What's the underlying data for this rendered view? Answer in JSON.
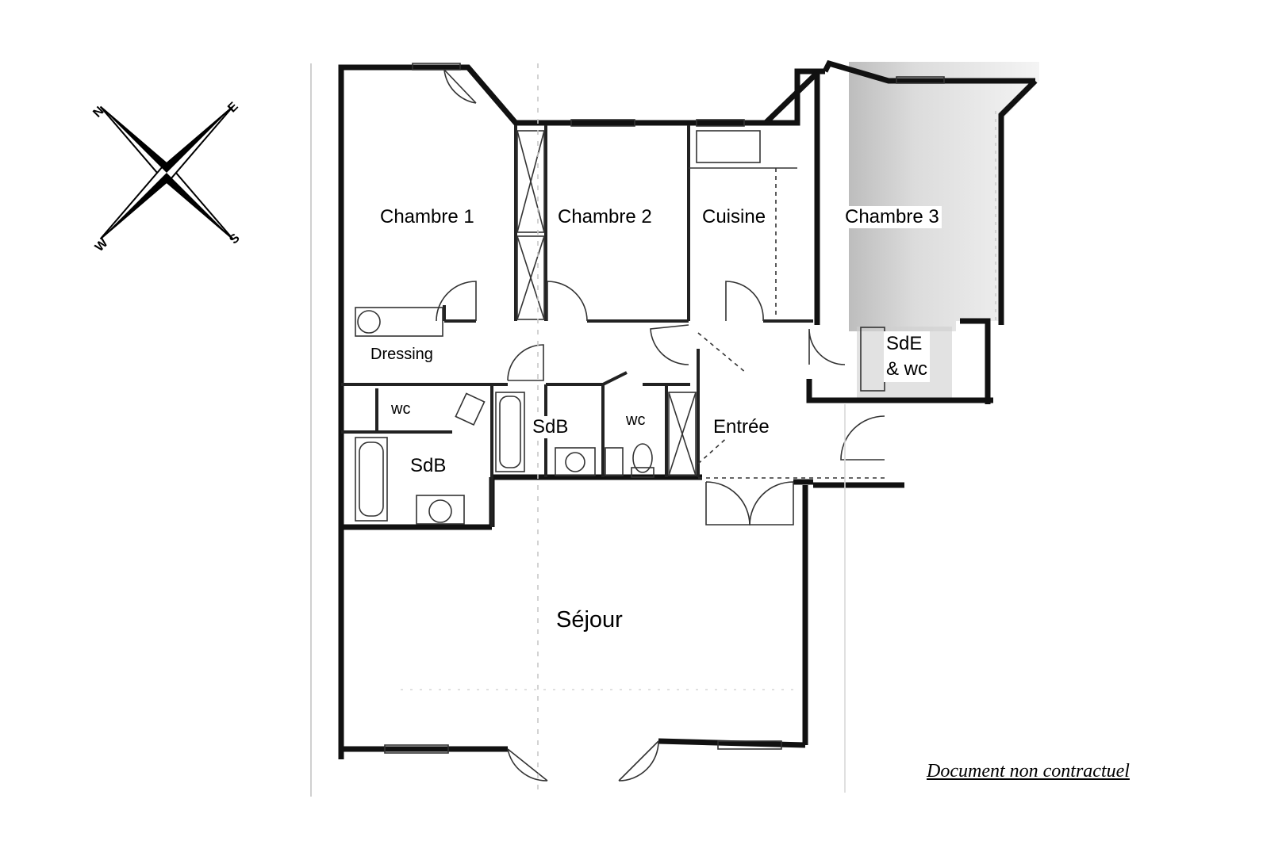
{
  "compass": {
    "north": "N",
    "east": "E",
    "south": "S",
    "west": "W"
  },
  "rooms": {
    "chambre1": "Chambre 1",
    "chambre2": "Chambre 2",
    "cuisine": "Cuisine",
    "chambre3": "Chambre 3",
    "dressing": "Dressing",
    "wc_left": "wc",
    "sdb_left": "SdB",
    "sdb_mid": "SdB",
    "wc_mid": "wc",
    "entree": "Entrée",
    "sde_wc": "SdE\n& wc",
    "sejour": "Séjour"
  },
  "notice": "Document non contractuel"
}
